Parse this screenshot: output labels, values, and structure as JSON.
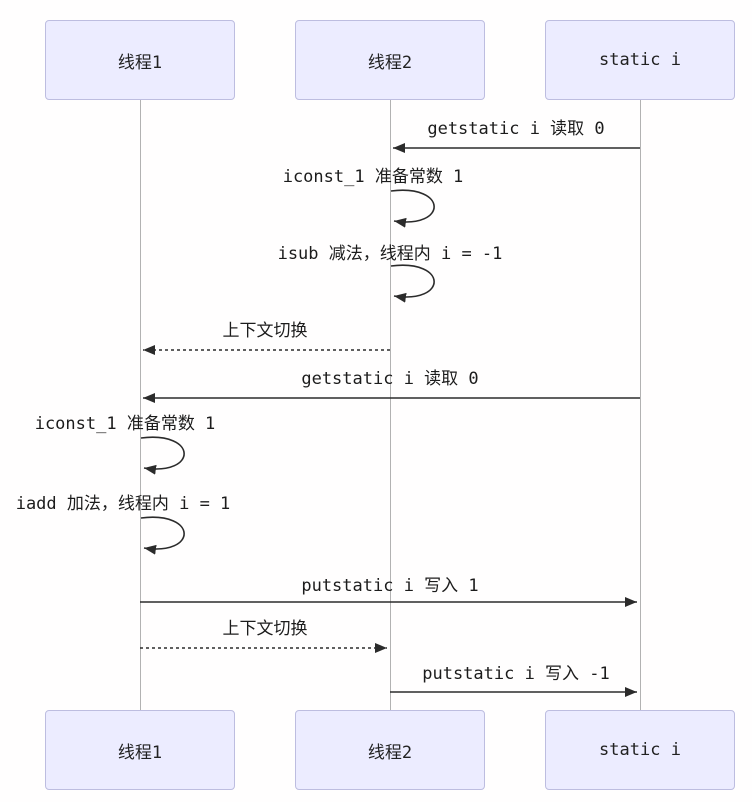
{
  "diagram": {
    "type": "sequence-diagram",
    "participants": [
      {
        "id": "thread1",
        "label": "线程1"
      },
      {
        "id": "thread2",
        "label": "线程2"
      },
      {
        "id": "static-i",
        "label": "static i"
      }
    ],
    "messages": [
      {
        "label": "getstatic i 读取 0",
        "type": "solid",
        "from": "static-i",
        "to": "thread2"
      },
      {
        "label": "iconst_1 准备常数 1",
        "type": "self",
        "on": "thread2"
      },
      {
        "label": "isub 减法，线程内 i = -1",
        "type": "self",
        "on": "thread2"
      },
      {
        "label": "上下文切换",
        "type": "dashed",
        "from": "thread2",
        "to": "thread1"
      },
      {
        "label": "getstatic i 读取 0",
        "type": "solid",
        "from": "static-i",
        "to": "thread1"
      },
      {
        "label": "iconst_1 准备常数 1",
        "type": "self",
        "on": "thread1"
      },
      {
        "label": "iadd 加法，线程内 i = 1",
        "type": "self",
        "on": "thread1"
      },
      {
        "label": "putstatic i 写入 1",
        "type": "solid",
        "from": "thread1",
        "to": "static-i"
      },
      {
        "label": "上下文切换",
        "type": "dashed",
        "from": "thread1",
        "to": "thread2"
      },
      {
        "label": "putstatic i 写入 -1",
        "type": "solid",
        "from": "thread2",
        "to": "static-i"
      }
    ],
    "colors": {
      "background": "#fffefe",
      "actor_fill": "#ececff",
      "actor_border": "#bdbde0",
      "lifeline": "#b2b2b2",
      "arrow": "#2b2b2b"
    }
  }
}
